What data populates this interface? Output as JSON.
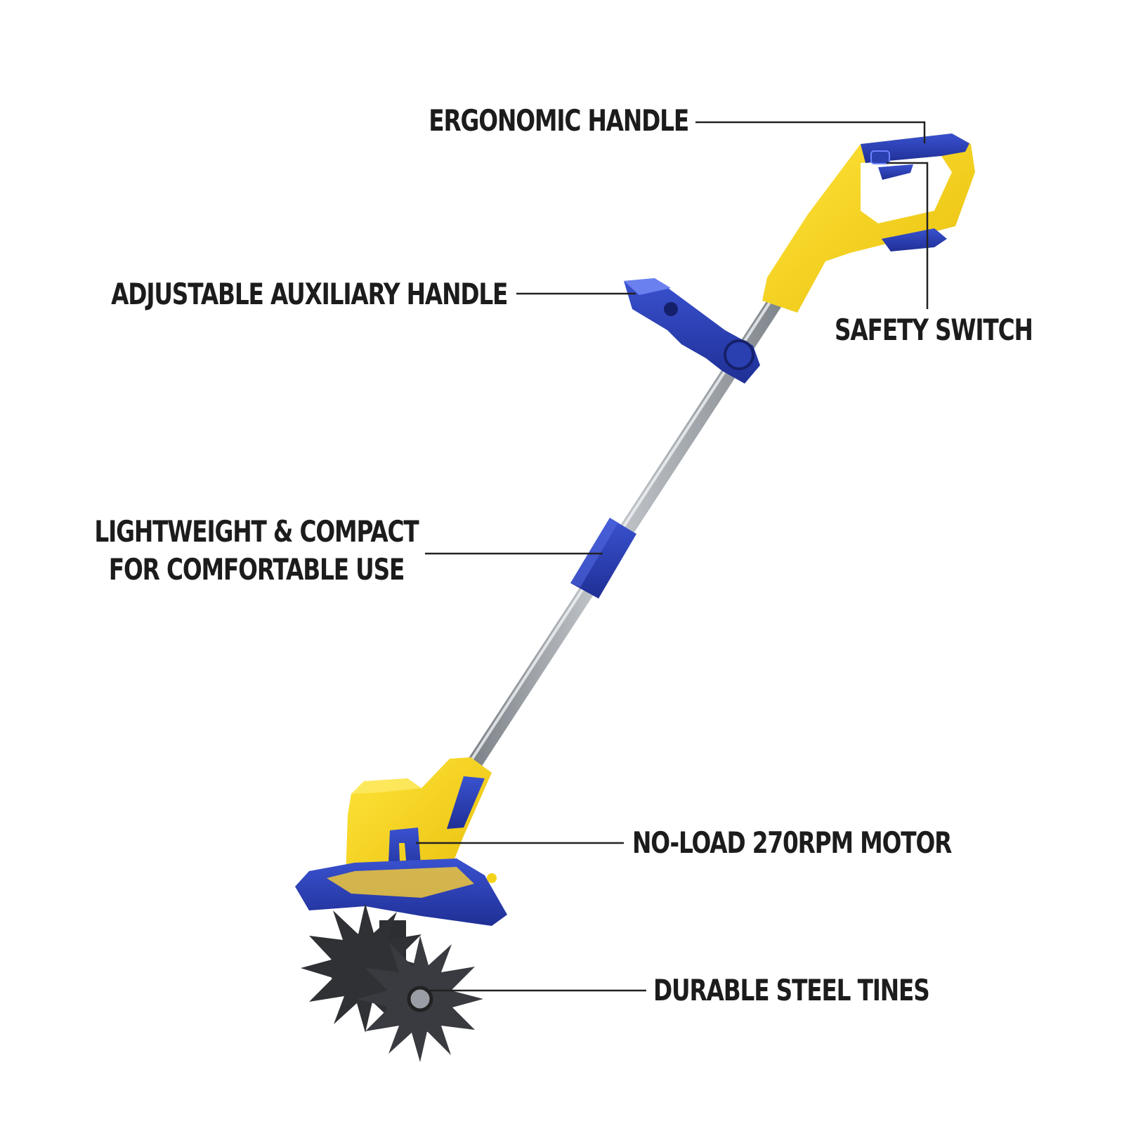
{
  "callouts": {
    "ergonomic_handle": "ERGONOMIC HANDLE",
    "auxiliary_handle": "ADJUSTABLE AUXILIARY HANDLE",
    "safety_switch": "SAFETY SWITCH",
    "lightweight_line1": "LIGHTWEIGHT & COMPACT",
    "lightweight_line2": "FOR COMFORTABLE USE",
    "motor": "NO-LOAD 270RPM MOTOR",
    "tines": "DURABLE STEEL TINES"
  },
  "colors": {
    "body_yellow": "#f5d31a",
    "accent_blue": "#2a3fb0",
    "shaft_silver": "#a8aeb4",
    "tine_steel": "#3a3c40",
    "leader_line": "#222222",
    "label_text": "#1c1c1c"
  }
}
